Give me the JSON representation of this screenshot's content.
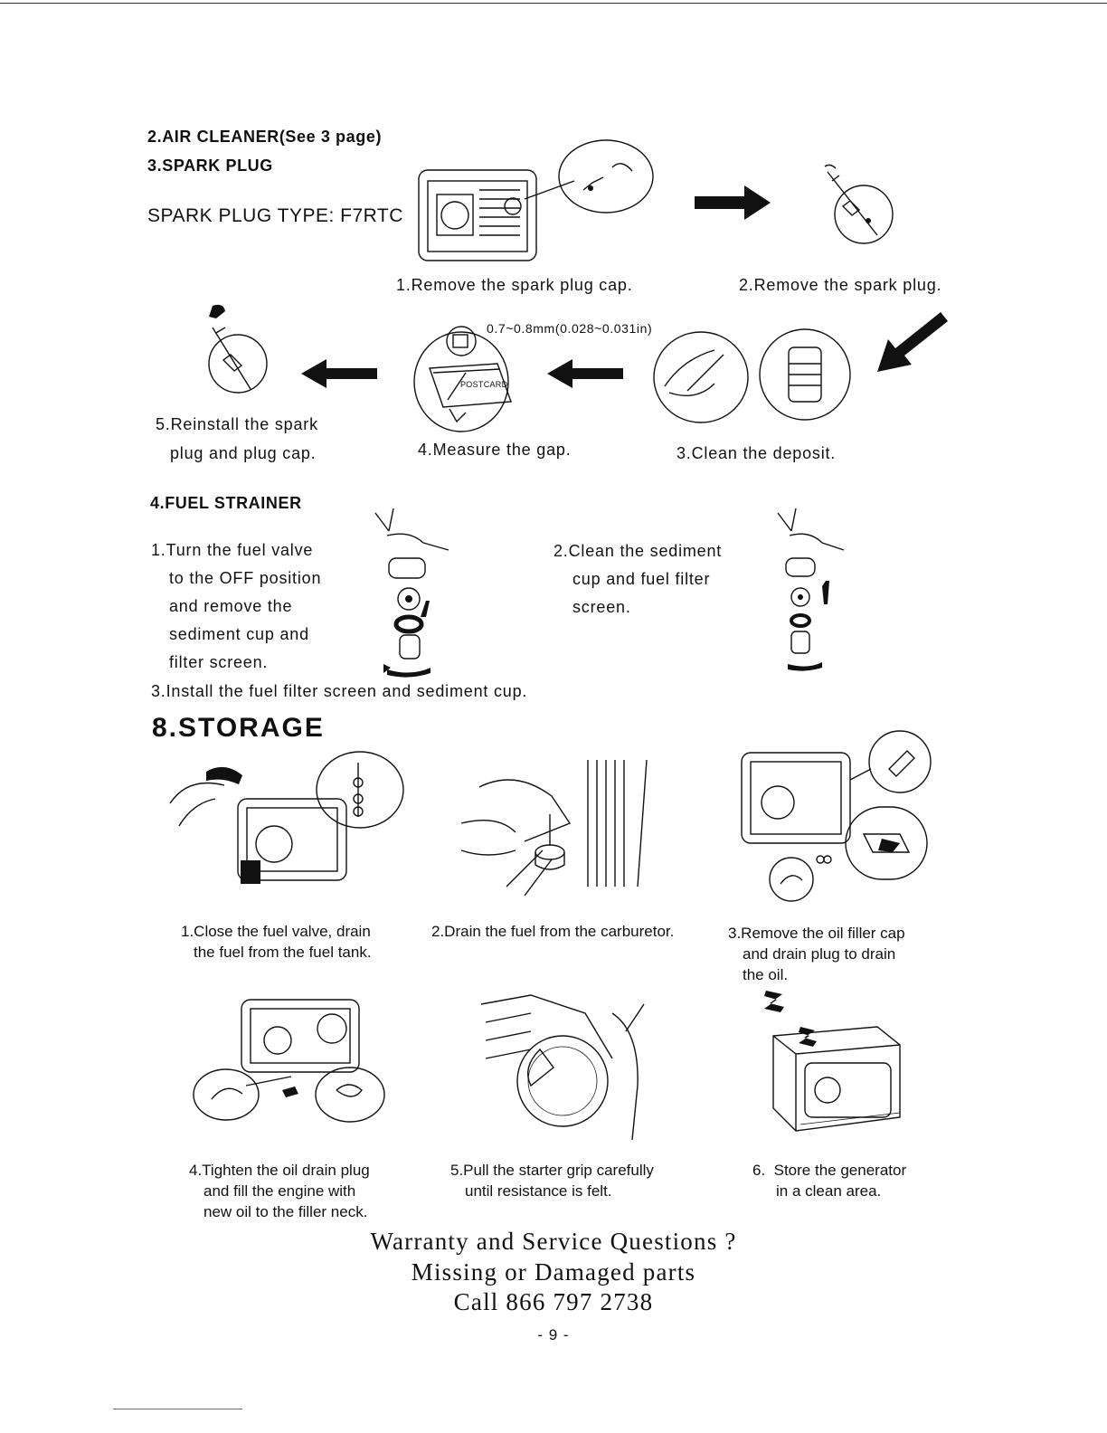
{
  "sections": {
    "air_cleaner": "2.AIR CLEANER(See 3 page)",
    "spark_plug": "3.SPARK PLUG",
    "spark_plug_type": "SPARK PLUG TYPE: F7RTC",
    "fuel_strainer": "4.FUEL STRAINER",
    "storage": "8.STORAGE"
  },
  "spark_steps": {
    "s1": "1.Remove the spark plug cap.",
    "s2": "2.Remove the spark plug.",
    "gap": "0.7~0.8mm(0.028~0.031in)",
    "postcard": "POSTCARD",
    "s3": "3.Clean the deposit.",
    "s4": "4.Measure the gap.",
    "s5_line1": "5.Reinstall the spark",
    "s5_line2": "plug and plug cap."
  },
  "fuel_steps": {
    "s1": [
      "1.Turn the fuel valve",
      "to the OFF position",
      "and remove the",
      "sediment cup and",
      "filter screen."
    ],
    "s2": [
      "2.Clean the sediment",
      "cup and fuel filter",
      "screen."
    ],
    "s3": "3.Install the fuel filter screen and sediment cup."
  },
  "storage_steps": {
    "s1": [
      "1.Close the fuel valve, drain",
      "the fuel from the fuel tank."
    ],
    "s2": [
      "2.Drain the fuel from the carburetor."
    ],
    "s3": [
      "3.Remove the oil filler cap",
      "and drain plug to drain",
      "the oil."
    ],
    "s4": [
      "4.Tighten the oil drain plug",
      "and fill the engine with",
      "new oil to the filler neck."
    ],
    "s5": [
      "5.Pull the starter grip carefully",
      "until resistance is felt."
    ],
    "s6": [
      "6.  Store the generator",
      "in a clean area."
    ]
  },
  "footer": {
    "line1": "Warranty and Service Questions ?",
    "line2": "Missing or Damaged parts",
    "line3": "Call 866 797 2738",
    "page": "- 9 -"
  }
}
